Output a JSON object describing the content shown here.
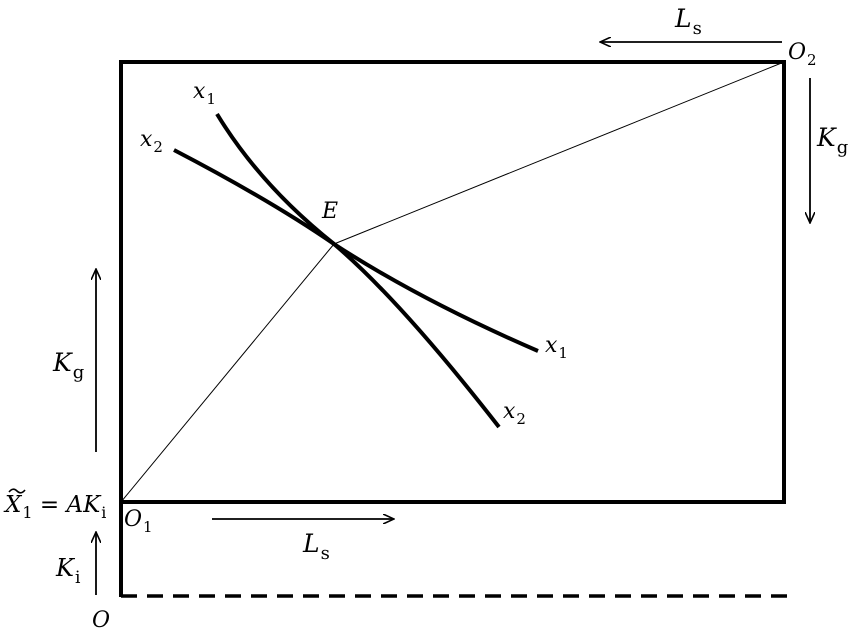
{
  "labels": {
    "origin_o1": {
      "main": "O",
      "sub": "1"
    },
    "origin_o2": {
      "main": "O",
      "sub": "2"
    },
    "origin_o": "O",
    "equilibrium": "E",
    "curve_x1_start": {
      "main": "x",
      "sub": "1"
    },
    "curve_x2_start": {
      "main": "x",
      "sub": "2"
    },
    "curve_x1_end": {
      "main": "x",
      "sub": "1"
    },
    "curve_x2_end": {
      "main": "x",
      "sub": "2"
    },
    "axis_ls_bottom": {
      "main": "L",
      "sub": "s"
    },
    "axis_ls_top": {
      "main": "L",
      "sub": "s"
    },
    "axis_kg_left": {
      "main": "K",
      "sub": "g"
    },
    "axis_kg_right": {
      "main": "K",
      "sub": "g"
    },
    "axis_ki": {
      "main": "K",
      "sub": "i"
    },
    "endowment": {
      "x": "X",
      "xsub": "1",
      "eq": " = ",
      "a": "A",
      "k": "K",
      "ksub": "i"
    }
  },
  "colors": {
    "ink": "#000000",
    "background": "#ffffff"
  },
  "icons": {
    "tilde_mark": "tilde",
    "arrow_right": "arrow-right-icon",
    "arrow_left": "arrow-left-icon",
    "arrow_up": "arrow-up-icon",
    "arrow_down": "arrow-down-icon"
  }
}
